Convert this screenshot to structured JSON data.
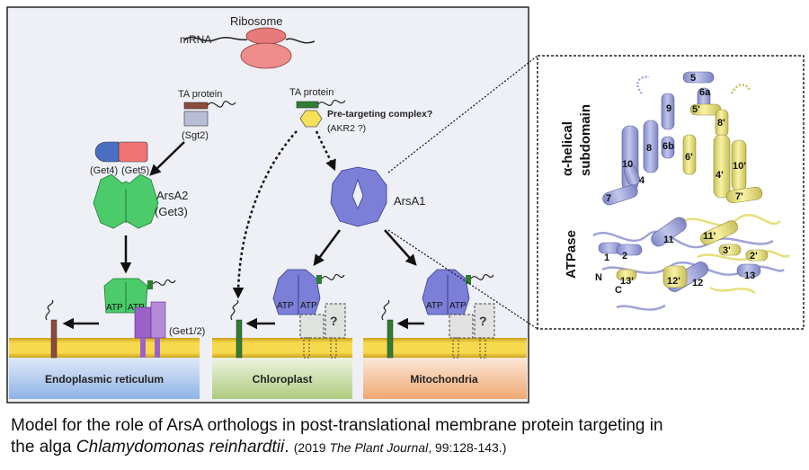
{
  "diagram": {
    "ribosome": "Ribosome",
    "mrna": "mRNA",
    "ta_protein_left": "TA protein",
    "ta_protein_right": "TA protein",
    "sgt2": "(Sgt2)",
    "get4": "(Get4)",
    "get5": "(Get5)",
    "arsa2": "ArsA2",
    "get3": "(Get3)",
    "pre_targeting": "Pre-targeting complex?",
    "akr2": "(AKR2 ?)",
    "arsa1": "ArsA1",
    "atp": "ATP",
    "get12": "(Get1/2)",
    "question": "?",
    "er": "Endoplasmic reticulum",
    "chloroplast": "Chloroplast",
    "mito": "Mitochondria"
  },
  "structure": {
    "alpha_helical_line1": "α-helical",
    "alpha_helical_line2": "subdomain",
    "atpase": "ATPase",
    "helices_blue": [
      "5",
      "6a",
      "9",
      "6b",
      "8",
      "10",
      "4",
      "7",
      "11",
      "1",
      "2",
      "12",
      "13"
    ],
    "helices_yellow": [
      "5'",
      "8'",
      "6'",
      "4'",
      "10'",
      "7'",
      "11'",
      "3'",
      "2'",
      "12'",
      "13'"
    ],
    "n_label": "N",
    "c_label": "C"
  },
  "caption": {
    "line1": "Model for the role of ArsA orthologs in post-translational membrane protein targeting in",
    "line2_prefix": "the alga ",
    "species": "Chlamydomonas reinhardtii",
    "line2_suffix": ". ",
    "cite_open": "(2019 ",
    "journal": "The Plant Journal",
    "cite_rest": ", 99:128-143.)"
  },
  "colors": {
    "panel_bg": "#eef0f6",
    "membrane": "#f3d24a",
    "er_band": "#a9c5ea",
    "chloro_band": "#c6d9a0",
    "mito_band": "#f4c29a",
    "arsa2": "#4fcf6e",
    "arsa1": "#7b7fd8",
    "ribosome": "#ee8a8a",
    "helix_blue": "#a7acd9",
    "helix_yellow": "#efe98f"
  }
}
